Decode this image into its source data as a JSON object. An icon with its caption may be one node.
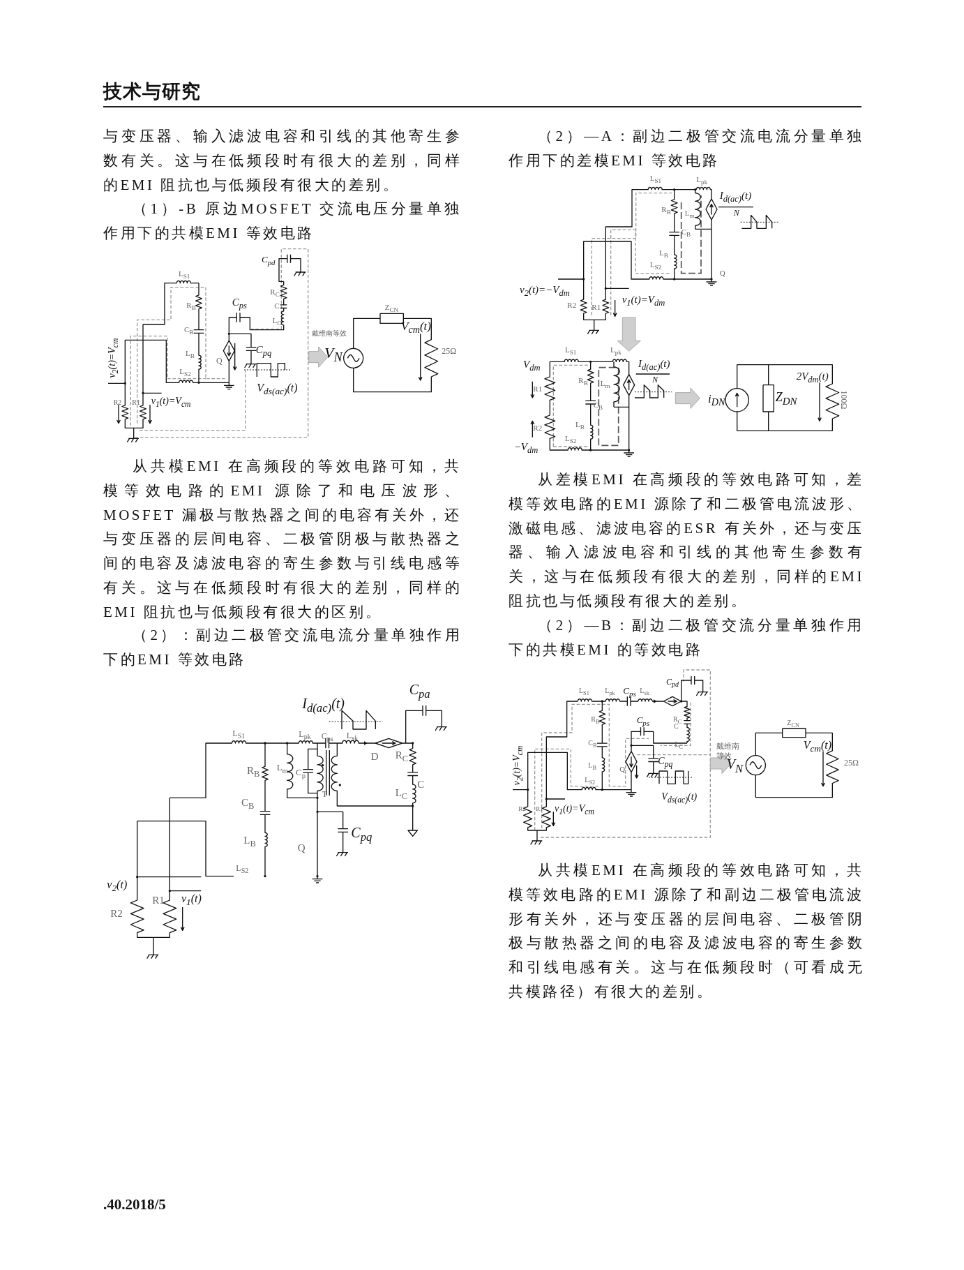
{
  "diagram": {
    "title": "技术与研究",
    "labels": [
      "与变压器、输入滤波电容和引线的其他寄生参数有关。这与在低频段时有很大的差别，同样的EMI 阻抗也与低频段有很大的差别。",
      "（1）-B 原边MOSFET 交流电压分量单独作用下的共模EMI 等效电路",
      "C$_{pd}$",
      "L$_{S1}$",
      "R$_{C}$",
      "R$_{B}$",
      "C",
      "C$_{ps}$",
      "L$_{C}$",
      "Z$_{CN}$",
      "V$_{cm}$(t)",
      "C$_{B}$",
      "v$_{2}$(t)=V$_{cm}$",
      "戴维南等效",
      "C$_{pq}$",
      "L$_{B}$",
      "V$_{N}$",
      "25Ω",
      "Q",
      "L$_{S2}$",
      "V$_{ds(ac)}$(t)",
      "R2",
      "R1",
      "v$_{1}$(t)=V$_{cm}$",
      "从共模EMI 在高频段的等效电路可知，共模等效电路的EMI 源除了和电压波形、MOSFET 漏极与散热器之间的电容有关外，还与变压器的层间电容、二极管阴极与散热器之间的电容及滤波电容的寄生参数与引线电感等有关。这与在低频段时有很大的差别，同样的EMI 阻抗也与低频段有很大的区别。",
      "（2）：副边二极管交流电流分量单独作用下的EMI 等效电路",
      "C$_{pa}$",
      "I$_{d(ac)}$(t)",
      "L$_{S1}$",
      "L$_{pk}$",
      "C$_{ps}$",
      "L$_{sk}$",
      "D",
      "R$_{C}$",
      "R$_{B}$",
      "L$_{m}$",
      "C$_{p}$",
      "C",
      "L$_{C}$",
      "T",
      "C$_{B}$",
      "C$_{pq}$",
      "L$_{B}$",
      "Q",
      "L$_{S2}$",
      "v$_{2}$(t)",
      "R1",
      "v$_{1}$(t)",
      "R2",
      "（2）—A：副边二极管交流电流分量单独作用下的差模EMI 等效电路",
      "L$_{S1}$",
      "L$_{pk}$",
      "I$_{d(ac)}$(t)",
      "R$_{B}$",
      "L$_{m}$",
      "N",
      "C$_{B}$",
      "L$_{B}$",
      "L$_{S2}$",
      "Q",
      "v$_{2}$(t)=−V$_{dm}$",
      "v$_{1}$(t)=V$_{dm}$",
      "R2",
      "R1",
      "L$_{S1}$",
      "L$_{pk}$",
      "V$_{dm}$",
      "I$_{d(ac)}$(t)",
      "2V$_{dm}$(t)",
      "R$_{B}$",
      "L$_{m}$",
      "N",
      "R1",
      "i$_{DN}$",
      "Z$_{DN}$",
      "100Ω",
      "C$_{B}$",
      "L$_{B}$",
      "R2",
      "L$_{S2}$",
      "−V$_{dm}$",
      "从差模EMI 在高频段的等效电路可知，差模等效电路的EMI 源除了和二极管电流波形、激磁电感、滤波电容的ESR 有关外，还与变压器、输入滤波电容和引线的其他寄生参数有关，这与在低频段有很大的差别，同样的EMI 阻抗也与低频段有很大的差别。",
      "（2）—B：副边二极管交流分量单独作用下的共模EMI 的等效电路",
      "C$_{pd}$",
      "L$_{S1}$",
      "L$_{pk}$",
      "C$_{ps}$",
      "L$_{sk}$",
      "R$_{B}$",
      "C$_{ps}$",
      "R$_{C}$",
      "C",
      "Z$_{CN}$",
      "C$_{B}$",
      "L$_{C}$",
      "戴维南等效",
      "V$_{cm}$(t)",
      "v$_{2}$(t)=V$_{cm}$",
      "L$_{B}$",
      "Q",
      "C$_{pq}$",
      "V$_{N}$",
      "25Ω",
      "L$_{S2}$",
      "V$_{ds(ac)}$(t)",
      "R2",
      "R1",
      "v$_{1}$(t)=V$_{cm}$",
      "从共模EMI 在高频段的等效电路可知，共模等效电路的EMI 源除了和副边二极管电流波形有关外，还与变压器的层间电容、二极管阴极与散热器之间的电容及滤波电容的寄生参数和引线电感有关。这与在低频段时（可看成无共模路径）有很大的差别。",
      ".40.2018/5"
    ]
  }
}
